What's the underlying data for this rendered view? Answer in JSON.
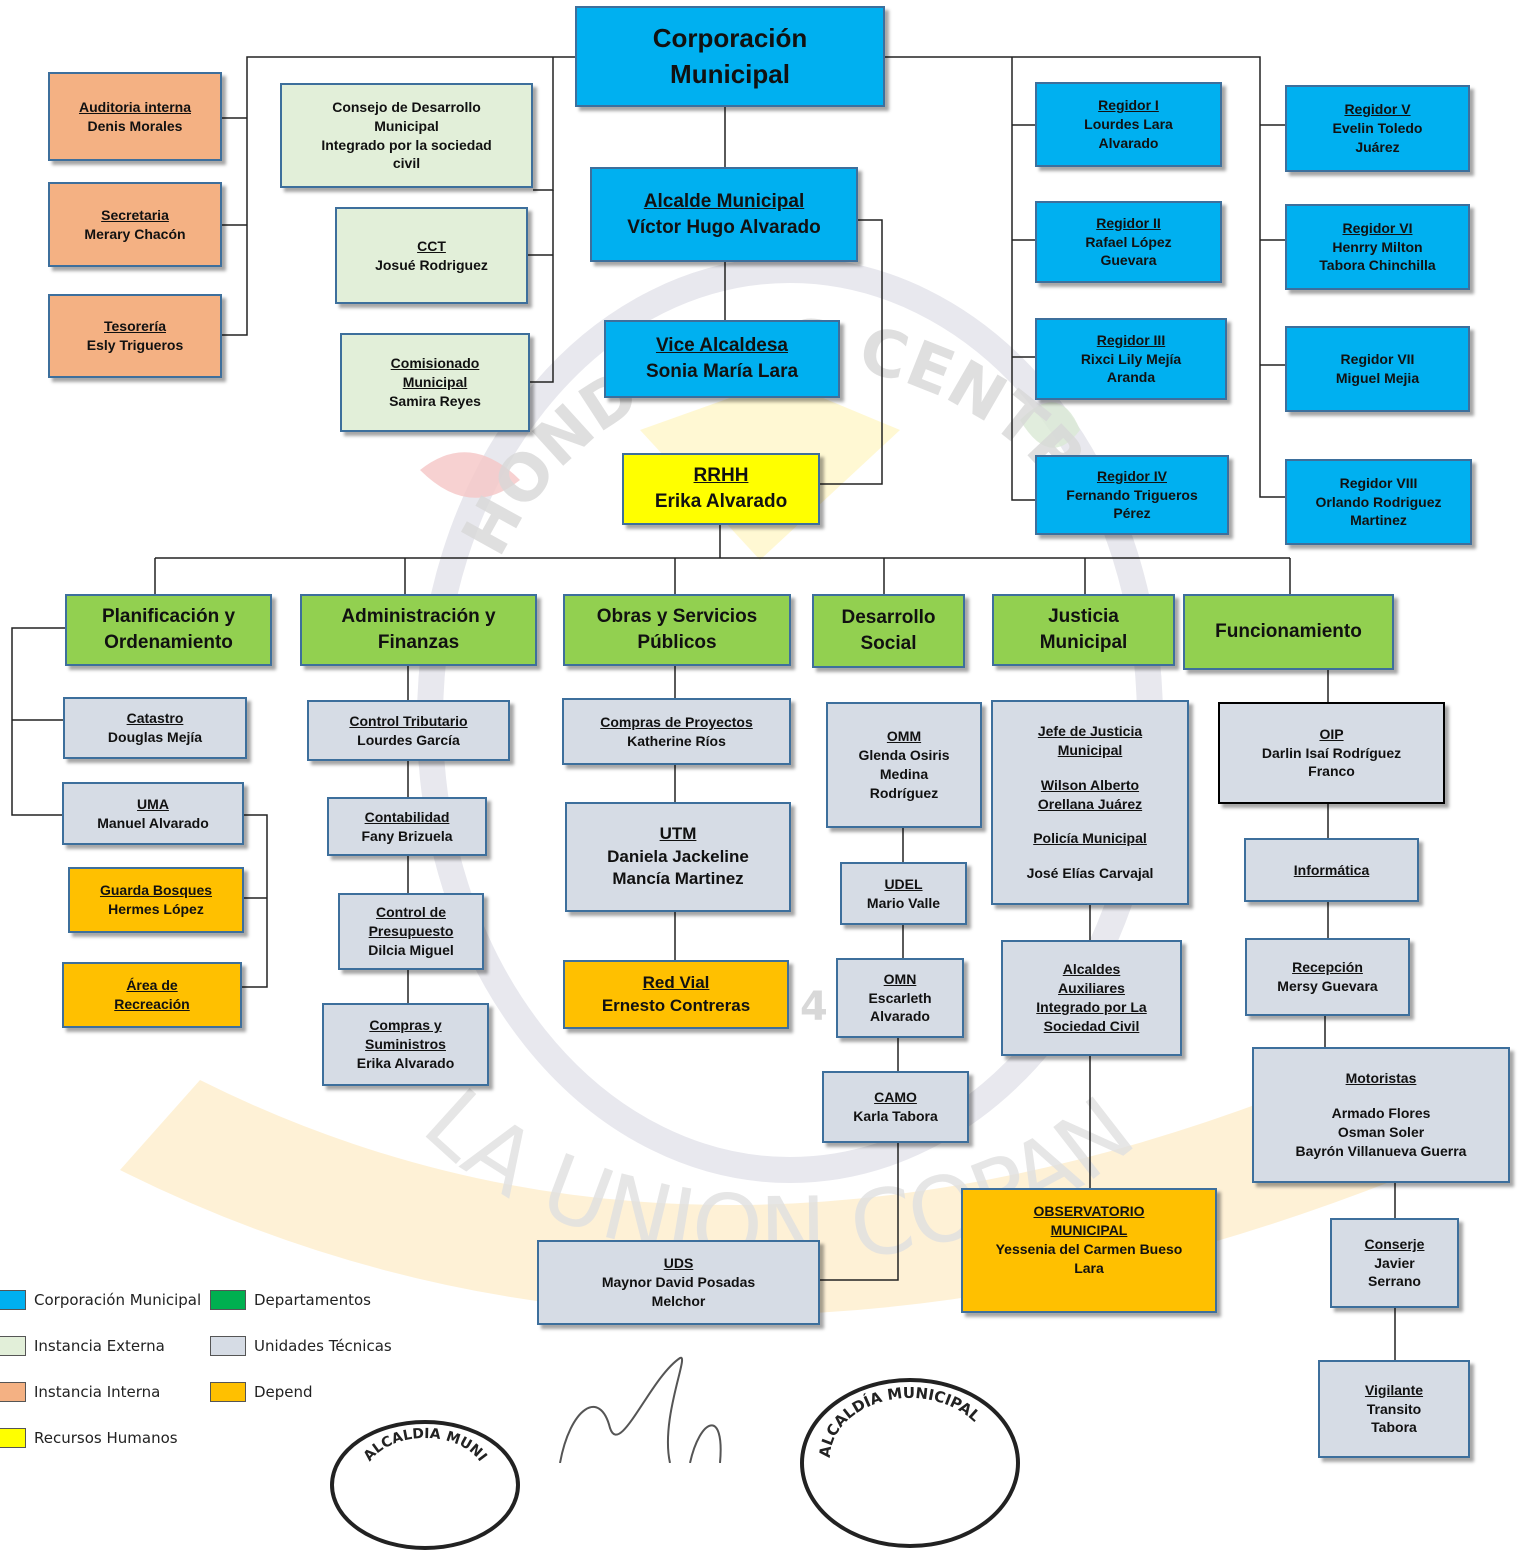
{
  "colors": {
    "corporacion": "#00b0f0",
    "externa": "#e2efd9",
    "interna": "#f4b183",
    "rrhh": "#ffff00",
    "departamentos": "#92d050",
    "tecnicas": "#d6dce5",
    "depend": "#ffc000",
    "legend_departamentos": "#00b050"
  },
  "top": {
    "corporacion": {
      "l1": "Corporación",
      "l2": "Municipal"
    },
    "alcalde": {
      "title": "Alcalde Municipal",
      "name": "Víctor Hugo Alvarado"
    },
    "vice": {
      "title": "Vice Alcaldesa",
      "name": "Sonia María Lara"
    },
    "rrhh": {
      "title": "RRHH",
      "name": "Erika Alvarado"
    }
  },
  "internal": [
    {
      "title": "Auditoria interna",
      "name": "Denis Morales"
    },
    {
      "title": "Secretaria",
      "name": "Merary Chacón"
    },
    {
      "title": "Tesorería",
      "name": "Esly Trigueros"
    }
  ],
  "external": {
    "consejo": {
      "l1": "Consejo de Desarrollo",
      "l2": "Municipal",
      "l3": "Integrado por la sociedad",
      "l4": "civil"
    },
    "cct": {
      "title": "CCT",
      "name": "Josué Rodriguez"
    },
    "comisionado": {
      "t1": "Comisionado",
      "t2": "Municipal",
      "name": "Samira Reyes"
    }
  },
  "regidores_left": [
    {
      "title": "Regidor I",
      "l1": "Lourdes Lara",
      "l2": "Alvarado"
    },
    {
      "title": "Regidor II",
      "l1": "Rafael López",
      "l2": "Guevara"
    },
    {
      "title": "Regidor III",
      "l1": "Rixci Lily Mejía",
      "l2": "Aranda"
    },
    {
      "title": "Regidor IV",
      "l1": "Fernando Trigueros",
      "l2": "Pérez"
    }
  ],
  "regidores_right": [
    {
      "title": "Regidor V",
      "l1": "Evelin Toledo",
      "l2": "Juárez"
    },
    {
      "title": "Regidor VI",
      "l1": "Henrry Milton",
      "l2": "Tabora Chinchilla"
    },
    {
      "title": "Regidor VII",
      "l1": "Miguel Mejia",
      "l2": ""
    },
    {
      "title": "Regidor VIII",
      "l1": "Orlando Rodriguez",
      "l2": "Martinez"
    }
  ],
  "departments": {
    "planificacion": {
      "l1": "Planificación y",
      "l2": "Ordenamiento"
    },
    "administracion": {
      "l1": "Administración y",
      "l2": "Finanzas"
    },
    "obras": {
      "l1": "Obras y Servicios",
      "l2": "Públicos"
    },
    "desarrollo": {
      "l1": "Desarrollo",
      "l2": "Social"
    },
    "justicia": {
      "l1": "Justicia",
      "l2": "Municipal"
    },
    "funcionamiento": {
      "l1": "Funcionamiento"
    }
  },
  "planificacion_units": {
    "catastro": {
      "title": "Catastro",
      "name": "Douglas Mejía"
    },
    "uma": {
      "title": "UMA",
      "name": "Manuel Alvarado"
    },
    "guarda": {
      "title": "Guarda Bosques",
      "name": "Hermes López"
    },
    "recreacion": {
      "t1": "Área de",
      "t2": "Recreación"
    }
  },
  "administracion_units": {
    "control_tributario": {
      "title": "Control Tributario",
      "name": "Lourdes García"
    },
    "contabilidad": {
      "title": "Contabilidad",
      "name": "Fany Brizuela"
    },
    "presupuesto": {
      "t1": "Control de",
      "t2": "Presupuesto",
      "name": "Dilcia Miguel"
    },
    "compras": {
      "t1": "Compras y",
      "t2": "Suministros",
      "name": "Erika Alvarado"
    }
  },
  "obras_units": {
    "compras_proyectos": {
      "title": "Compras de Proyectos",
      "name": "Katherine Ríos"
    },
    "utm": {
      "title": "UTM",
      "l1": "Daniela Jackeline",
      "l2": "Mancía Martinez"
    },
    "red_vial": {
      "title": "Red Vial",
      "name": "Ernesto Contreras"
    }
  },
  "desarrollo_units": {
    "omm": {
      "title": "OMM",
      "l1": "Glenda Osiris",
      "l2": "Medina",
      "l3": "Rodríguez"
    },
    "udel": {
      "title": "UDEL",
      "name": "Mario Valle"
    },
    "omn": {
      "title": "OMN",
      "l1": "Escarleth",
      "l2": "Alvarado"
    },
    "camo": {
      "title": "CAMO",
      "name": "Karla Tabora"
    },
    "uds": {
      "title": "UDS",
      "l1": "Maynor David Posadas",
      "l2": "Melchor"
    }
  },
  "justicia_units": {
    "jefe": {
      "t1": "Jefe de Justicia",
      "t2": "Municipal",
      "n1": "Wilson Alberto",
      "n2": "Orellana Juárez",
      "t3": "Policía Municipal",
      "n3": "José Elías Carvajal"
    },
    "alcaldes": {
      "t1": "Alcaldes",
      "t2": "Auxiliares",
      "t3": "Integrado por La",
      "t4": "Sociedad Civil"
    },
    "observatorio": {
      "t1": "OBSERVATORIO",
      "t2": "MUNICIPAL",
      "l1": "Yessenia del Carmen Bueso",
      "l2": "Lara"
    }
  },
  "funcionamiento_units": {
    "oip": {
      "title": "OIP",
      "l1": "Darlin Isaí Rodríguez",
      "l2": "Franco"
    },
    "informatica": {
      "title": "Informática"
    },
    "recepcion": {
      "title": "Recepción",
      "name": "Mersy Guevara"
    },
    "motoristas": {
      "title": "Motoristas",
      "l1": "Armado Flores",
      "l2": "Osman Soler",
      "l3": "Bayrón Villanueva Guerra"
    },
    "conserje": {
      "title": "Conserje",
      "l1": "Javier",
      "l2": "Serrano"
    },
    "vigilante": {
      "title": "Vigilante",
      "l1": "Transito",
      "l2": "Tabora"
    }
  },
  "legend": [
    {
      "label": "Corporación Municipal",
      "color": "#00b0f0"
    },
    {
      "label": "Departamentos",
      "color": "#00b050"
    },
    {
      "label": "Instancia Externa",
      "color": "#e2efd9"
    },
    {
      "label": "Unidades Técnicas",
      "color": "#d6dce5"
    },
    {
      "label": "Instancia Interna",
      "color": "#f4b183"
    },
    {
      "label": "Depend",
      "color": "#ffc000"
    },
    {
      "label": "Recursos Humanos",
      "color": "#ffff00"
    }
  ],
  "watermark": {
    "arc_top": "HONDURAS CENTRO AMERICA",
    "arc_bottom": "LA UNION COPAN",
    "year": "4"
  },
  "seals": {
    "left": "ALCALDIA MUNIC",
    "right": "ALCALDÍA MUNICIPAL"
  }
}
